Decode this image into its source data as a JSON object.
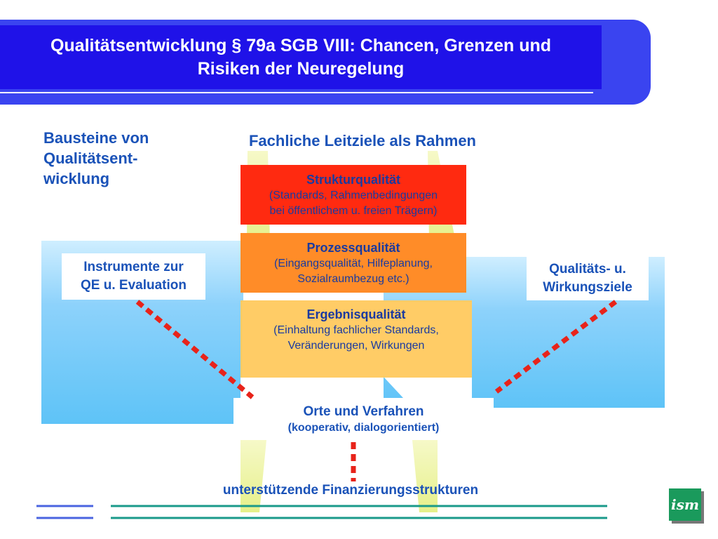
{
  "header": {
    "title_line1": "Qualitätsentwicklung § 79a SGB VIII: Chancen, Grenzen und",
    "title_line2": "Risiken der Neuregelung"
  },
  "left_heading": {
    "line1": "Bausteine von",
    "line2": "Qualitätsent-",
    "line3": "wicklung"
  },
  "frame_heading": "Fachliche Leitziele als Rahmen",
  "instrumente": {
    "line1": "Instrumente zur",
    "line2": "QE u. Evaluation"
  },
  "ziele": {
    "line1": "Qualitäts- u.",
    "line2": "Wirkungsziele"
  },
  "struktur": {
    "title": "Strukturqualität",
    "line1": "(Standards, Rahmenbedingungen",
    "line2": "bei öffentlichem u. freien Trägern)"
  },
  "prozess": {
    "title": "Prozessqualität",
    "line1": "(Eingangsqualität, Hilfeplanung,",
    "line2": "Sozialraumbezug etc.)"
  },
  "ergebnis": {
    "title": "Ergebnisqualität",
    "line1": "(Einhaltung fachlicher Standards,",
    "line2": "Veränderungen, Wirkungen"
  },
  "orte": {
    "title": "Orte und Verfahren",
    "subtitle": "(kooperativ, dialogorientiert)"
  },
  "finanzierung": "unterstützende Finanzierungsstrukturen",
  "logo_text": "ism",
  "colors": {
    "header_blue": "#1f12e8",
    "text_blue": "#1a52b8",
    "struktur_red": "#ff2a10",
    "prozess_orange": "#ff8c28",
    "ergebnis_yellow": "#ffcc66",
    "dotted_red": "#e8231a",
    "logo_green": "#1a9a5c"
  }
}
